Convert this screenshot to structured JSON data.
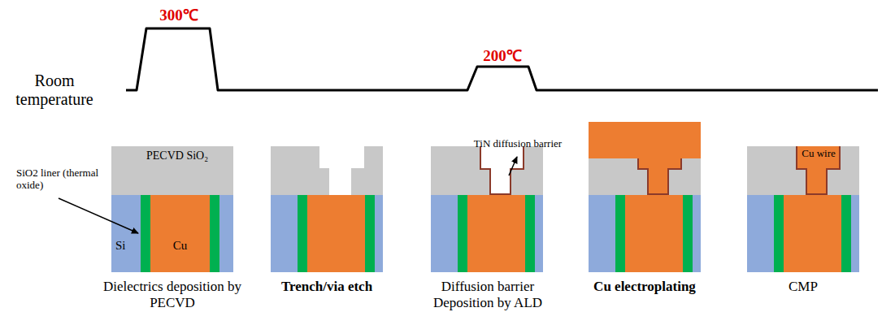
{
  "diagram": {
    "labels": [
      "300℃",
      "200℃",
      "Room temperature",
      "PECVD SiO₂",
      "SiO2 liner (thermal oxide)",
      "Si",
      "Cu",
      "TiN diffusion barrier",
      "Cu wire",
      "Dielectrics deposition by PECVD",
      "Trench/via etch",
      "Diffusion barrier Deposition by ALD",
      "Cu electroplating",
      "CMP"
    ]
  }
}
